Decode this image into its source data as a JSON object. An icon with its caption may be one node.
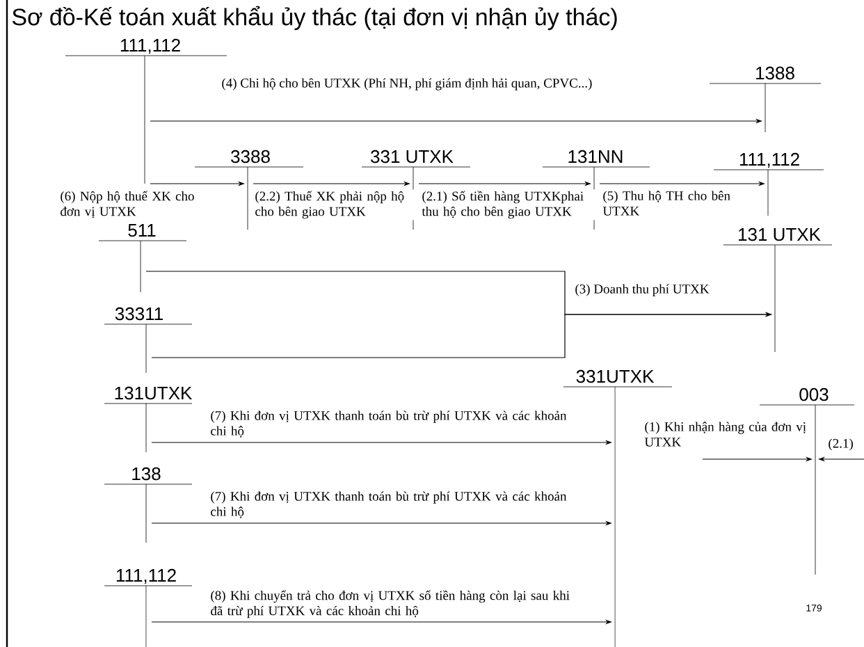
{
  "diagram": {
    "title": "Sơ đồ-Kế toán xuất khẩu ủy thác (tại đơn vị nhận ủy thác)",
    "nodes": [
      {
        "text": [
          "111,112"
        ]
      },
      {
        "text": [
          "1388"
        ]
      },
      {
        "text": [
          "3388"
        ]
      },
      {
        "text": [
          "331 UTXK"
        ]
      },
      {
        "text": [
          "131NN"
        ]
      },
      {
        "text": [
          "111,112"
        ]
      },
      {
        "text": [
          "511"
        ]
      },
      {
        "text": [
          "131 UTXK"
        ]
      },
      {
        "text": [
          "33311"
        ]
      },
      {
        "text": [
          "131UTXK"
        ]
      },
      {
        "text": [
          "331UTXK"
        ]
      },
      {
        "text": [
          "003"
        ]
      },
      {
        "text": [
          "138"
        ]
      },
      {
        "text": [
          "111,112"
        ]
      }
    ],
    "edges": [
      {
        "from": 0,
        "to": 1,
        "arrow": "to",
        "label": "(4) Chi hộ cho bên UTXK (Phí NH, phí giám định hải quan, CPVC...)"
      },
      {
        "from": 0,
        "to": 2,
        "arrow": "to",
        "label": "(6) Nộp hộ thuế XK cho đơn vị UTXK"
      },
      {
        "from": 2,
        "to": 3,
        "arrow": "to",
        "label": "(2.2) Thuế XK phải nộp hộ cho bên giao UTXK"
      },
      {
        "from": 3,
        "to": 4,
        "arrow": "to",
        "label": "(2.1) Số tiền hàng UTXKphai thu hộ cho bên giao UTXK"
      },
      {
        "from": 4,
        "to": 5,
        "arrow": "to",
        "label": "(5) Thu hộ TH cho bên UTXK"
      },
      {
        "from": 6,
        "to": 7,
        "arrow": "to",
        "label": "(3) Doanh thu phí UTXK"
      },
      {
        "from": 8,
        "to": 7,
        "arrow": "to"
      },
      {
        "from": 9,
        "to": 10,
        "arrow": "to",
        "label": "(7) Khi đơn vị UTXK thanh toán bù trừ phí UTXK và các khoản chi hộ"
      },
      {
        "from": 12,
        "to": 10,
        "arrow": "to",
        "label": "(7) Khi đơn vị UTXK thanh toán bù trừ phí UTXK và các khoản chi hộ"
      },
      {
        "from": 13,
        "to": 10,
        "arrow": "to",
        "label": "(8) Khi chuyển trả cho đơn vị UTXK số tiền hàng còn lại sau khi đã trừ phí UTXK và các khoản chi hộ"
      },
      {
        "from": null,
        "to": 11,
        "arrow": "to",
        "label": "(1) Khi nhận hàng của đơn vị UTXK"
      },
      {
        "from": null,
        "to": 11,
        "arrow": "to",
        "label": "(2.1)"
      }
    ],
    "labels": [
      "179"
    ]
  }
}
